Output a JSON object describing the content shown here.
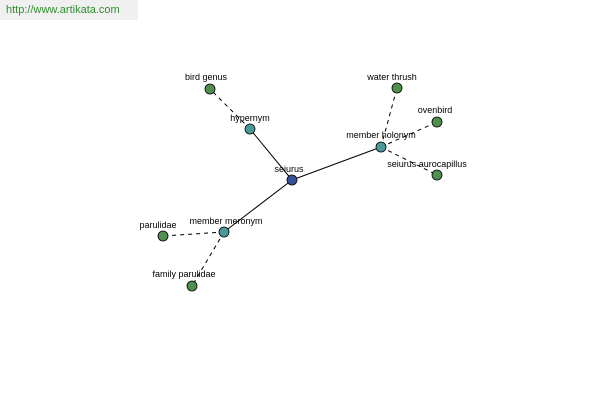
{
  "watermark": {
    "text": "http://www.artikata.com"
  },
  "colors": {
    "center_node": "#3a4f9a",
    "relation_node": "#4a9a9a",
    "leaf_node": "#4f8f4f",
    "edge": "#000000",
    "watermark_text": "#2f8f2f"
  },
  "nodes": [
    {
      "id": "seiurus",
      "label": "seiurus",
      "kind": "center"
    },
    {
      "id": "hypernym",
      "label": "hypernym",
      "kind": "relation"
    },
    {
      "id": "member-holonym",
      "label": "member holonym",
      "kind": "relation"
    },
    {
      "id": "member-meronym",
      "label": "member meronym",
      "kind": "relation"
    },
    {
      "id": "bird-genus",
      "label": "bird genus",
      "kind": "leaf"
    },
    {
      "id": "water-thrush",
      "label": "water thrush",
      "kind": "leaf"
    },
    {
      "id": "ovenbird",
      "label": "ovenbird",
      "kind": "leaf"
    },
    {
      "id": "seiurus-aurocapillus",
      "label": "seiurus aurocapillus",
      "kind": "leaf"
    },
    {
      "id": "parulidae",
      "label": "parulidae",
      "kind": "leaf"
    },
    {
      "id": "family-parulidae",
      "label": "family parulidae",
      "kind": "leaf"
    }
  ],
  "edges": [
    {
      "from": "seiurus",
      "to": "hypernym",
      "style": "solid"
    },
    {
      "from": "seiurus",
      "to": "member-holonym",
      "style": "solid"
    },
    {
      "from": "seiurus",
      "to": "member-meronym",
      "style": "solid"
    },
    {
      "from": "hypernym",
      "to": "bird-genus",
      "style": "dashed"
    },
    {
      "from": "member-holonym",
      "to": "water-thrush",
      "style": "dashed"
    },
    {
      "from": "member-holonym",
      "to": "ovenbird",
      "style": "dashed"
    },
    {
      "from": "member-holonym",
      "to": "seiurus-aurocapillus",
      "style": "dashed"
    },
    {
      "from": "member-meronym",
      "to": "parulidae",
      "style": "dashed"
    },
    {
      "from": "member-meronym",
      "to": "family-parulidae",
      "style": "dashed"
    }
  ]
}
